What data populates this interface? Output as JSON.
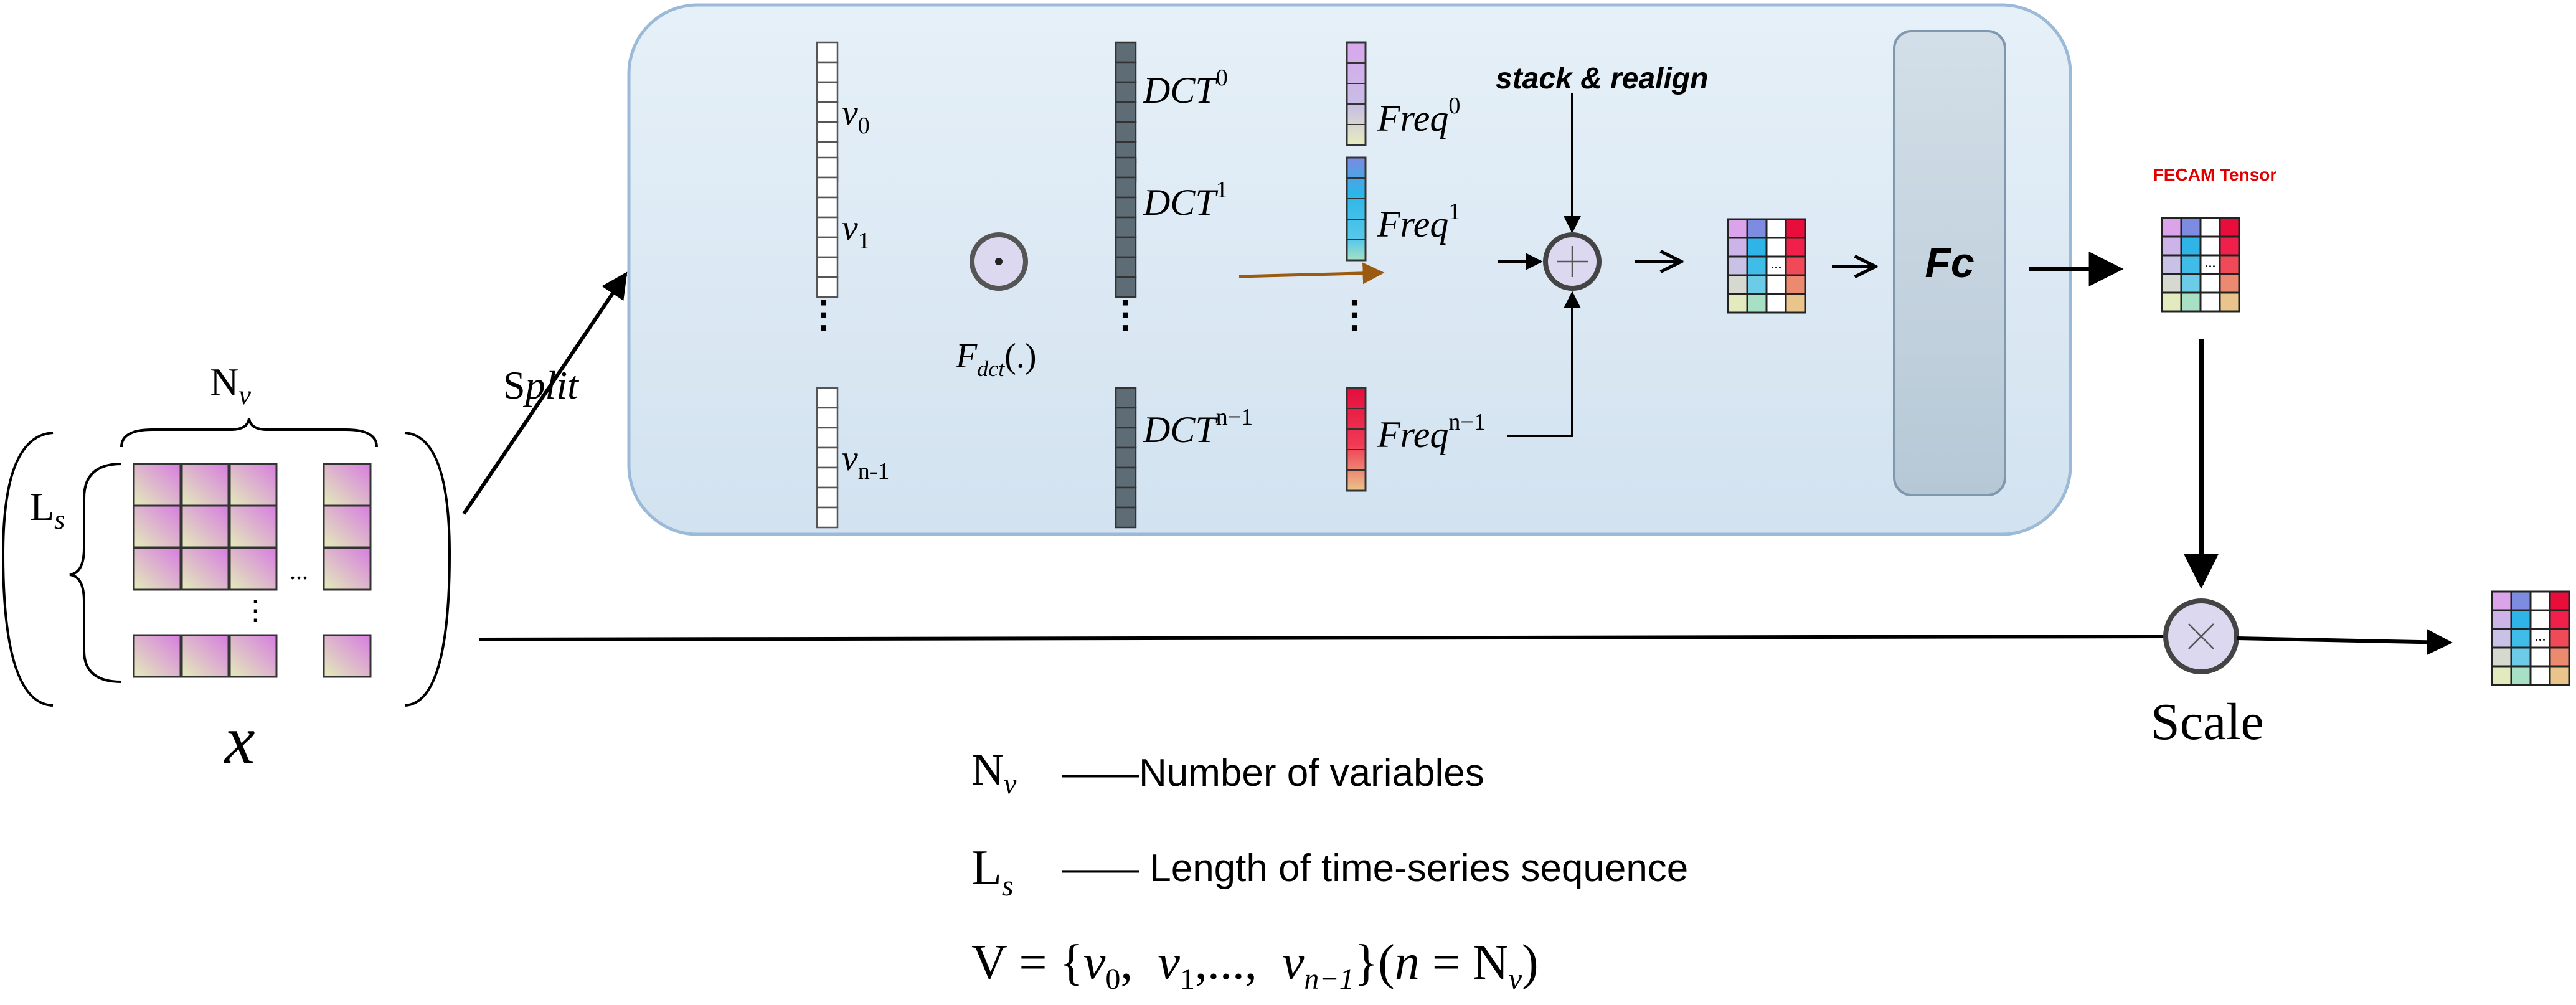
{
  "input": {
    "nv_main": "N",
    "nv_sub": "v",
    "ls_main": "L",
    "ls_sub": "s",
    "dots_row": "...",
    "dots_col": "⋮",
    "x_label": "x"
  },
  "split_label_s": "S",
  "split_label_rest": "plit",
  "vectors": [
    {
      "main": "v",
      "sub": "0"
    },
    {
      "main": "v",
      "sub": "1"
    },
    {
      "main": "v",
      "sub": "n-1"
    }
  ],
  "dct": [
    {
      "main": "DCT",
      "sup": "0"
    },
    {
      "main": "DCT",
      "sup": "1"
    },
    {
      "main": "DCT",
      "sup": "n−1"
    }
  ],
  "freq": [
    {
      "main": "Freq",
      "sup": "0"
    },
    {
      "main": "Freq",
      "sup": "1"
    },
    {
      "main": "Freq",
      "sup": "n−1"
    }
  ],
  "fdct": {
    "main": "F",
    "sub": "dct",
    "tail": "(.)"
  },
  "stack_label": "stack & realign",
  "fc_label": "Fc",
  "fecam_label": "FECAM Tensor",
  "scale_label": "Scale",
  "matrix_dots": "...",
  "colors": {
    "panel": "#dce9f5",
    "panel_stroke": "#9bbad8",
    "fc_fill": "#c3d3df",
    "dct_fill": "#5e6d75",
    "op_fill": "#dcd8f0",
    "arrow_orange": "#9a5a10",
    "fecam_red": "#e00000"
  },
  "legend": {
    "nv_main": "N",
    "nv_sub": "v",
    "nv_desc": "——Number of variables",
    "ls_main": "L",
    "ls_sub": "s",
    "ls_desc": "—— Length of time-series sequence",
    "v_def": {
      "lhs": "V = {",
      "v0": "v",
      "v0_sub": "0",
      "c1": ",",
      "v1": "v",
      "v1_sub": "1",
      "mid": ",...,",
      "vn": "v",
      "vn_sub": "n−1",
      "close": "}(",
      "n": "n",
      "eq": " = N",
      "nv_sub": "v",
      "end": ")"
    }
  }
}
